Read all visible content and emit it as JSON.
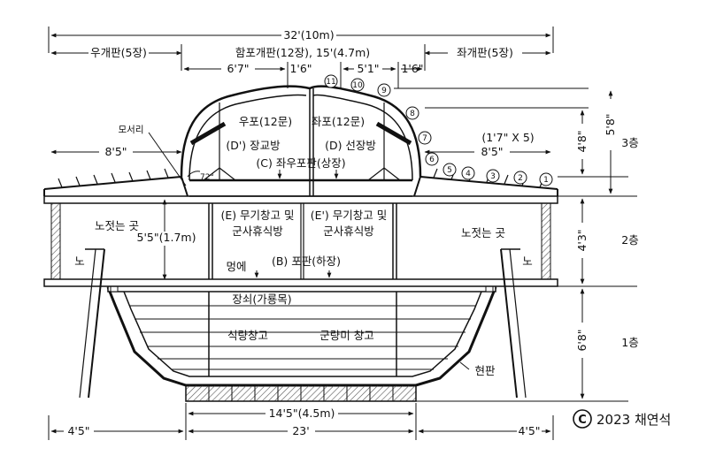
{
  "dimensions": {
    "total_width": "32'(10m)",
    "left_oar_panel": "우개판(5장)",
    "gun_cover_panel": "함포개판(12장), 15'(4.7m)",
    "right_oar_panel": "좌개판(5장)",
    "top_6_7": "6'7\"",
    "top_1_6_left": "1'6\"",
    "top_5_1": "5'1\"",
    "top_1_6_right": "1'6\"",
    "left_8_5": "8'5\"",
    "right_8_5": "8'5\"",
    "right_1_7_x5": "(1'7\" X 5)",
    "height_5_5": "5'5\"(1.7m)",
    "right_4_8": "4'8\"",
    "right_5_8": "5'8\"",
    "right_4_3": "4'3\"",
    "right_6_8": "6'8\"",
    "bottom_left_4_5": "4'5\"",
    "bottom_23": "23'",
    "bottom_right_4_5": "4'5\"",
    "bottom_14_5": "14'5\"(4.5m)",
    "angle_72": "72°"
  },
  "labels": {
    "moseori": "모서리",
    "left_gun_ports": "우포(12문)",
    "right_gun_ports": "좌포(12문)",
    "d_prime": "(D') 장교방",
    "d_room": "(D) 선장방",
    "c_deck": "(C) 좌우포판(상장)",
    "e_left_1": "(E) 무기창고 및",
    "e_left_2": "군사휴식방",
    "e_right_1": "(E') 무기창고 및",
    "e_right_2": "군사휴식방",
    "rowing_left": "노젓는 곳",
    "rowing_right": "노젓는 곳",
    "oar_left": "노",
    "oar_right": "노",
    "meonge": "멍에",
    "b_deck": "(B) 포판(하장)",
    "jangsoe": "장쇠(가룡목)",
    "food_store": "식량창고",
    "army_rice": "군량미 창고",
    "hyeonpan": "현판"
  },
  "floors": {
    "third": "3층",
    "second": "2층",
    "first": "1층"
  },
  "plank_numbers": [
    "1",
    "2",
    "3",
    "4",
    "5",
    "6",
    "7",
    "8",
    "9",
    "10",
    "11"
  ],
  "copyright": {
    "symbol": "C",
    "text": "2023 채연석"
  }
}
